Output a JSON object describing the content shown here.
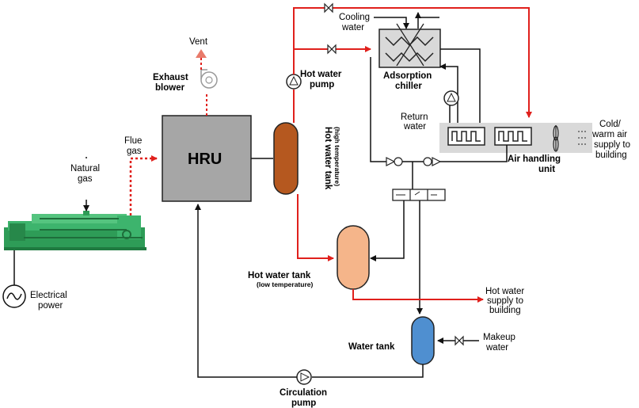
{
  "labels": {
    "hru": "HRU",
    "vent": "Vent",
    "exhaust_blower_1": "Exhaust",
    "exhaust_blower_2": "blower",
    "flue_gas_1": "Flue",
    "flue_gas_2": "gas",
    "natural_gas_1": "Natural",
    "natural_gas_2": "gas",
    "electrical_power_1": "Electrical",
    "electrical_power_2": "power",
    "hot_water_pump_1": "Hot water",
    "hot_water_pump_2": "pump",
    "cooling_water_1": "Cooling",
    "cooling_water_2": "water",
    "adsorption_chiller_1": "Adsorption",
    "adsorption_chiller_2": "chiller",
    "return_water_1": "Return",
    "return_water_2": "water",
    "air_handling_unit_1": "Air handling",
    "air_handling_unit_2": "unit",
    "supply_air_1": "Cold/",
    "supply_air_2": "warm air",
    "supply_air_3": "supply to",
    "supply_air_4": "building",
    "hot_water_tank_high_1": "Hot water tank",
    "hot_water_tank_high_2": "(high temperature)",
    "hot_water_tank_low_1": "Hot water tank",
    "hot_water_tank_low_2": "(low temperature)",
    "hot_water_supply_1": "Hot water",
    "hot_water_supply_2": "supply to",
    "hot_water_supply_3": "building",
    "water_tank": "Water tank",
    "makeup_water_1": "Makeup",
    "makeup_water_2": "water",
    "circulation_pump_1": "Circulation",
    "circulation_pump_2": "pump"
  },
  "colors": {
    "hot_line": "#e0201c",
    "cold_line": "#111111",
    "hru_fill": "#a6a6a6",
    "tank_high": "#b5581f",
    "tank_low": "#f5b58a",
    "water_tank": "#4f8fd0",
    "engine": "#3db46d",
    "ahu_fill": "#d9d9d9"
  },
  "icons": [
    "vent-arrow-icon",
    "exhaust-blower-icon",
    "engine-generator-icon",
    "electrical-power-icon",
    "pump-icon",
    "valve-icon",
    "check-valve-icon",
    "heat-exchanger-icon",
    "fan-icon",
    "three-way-valve-icon"
  ]
}
